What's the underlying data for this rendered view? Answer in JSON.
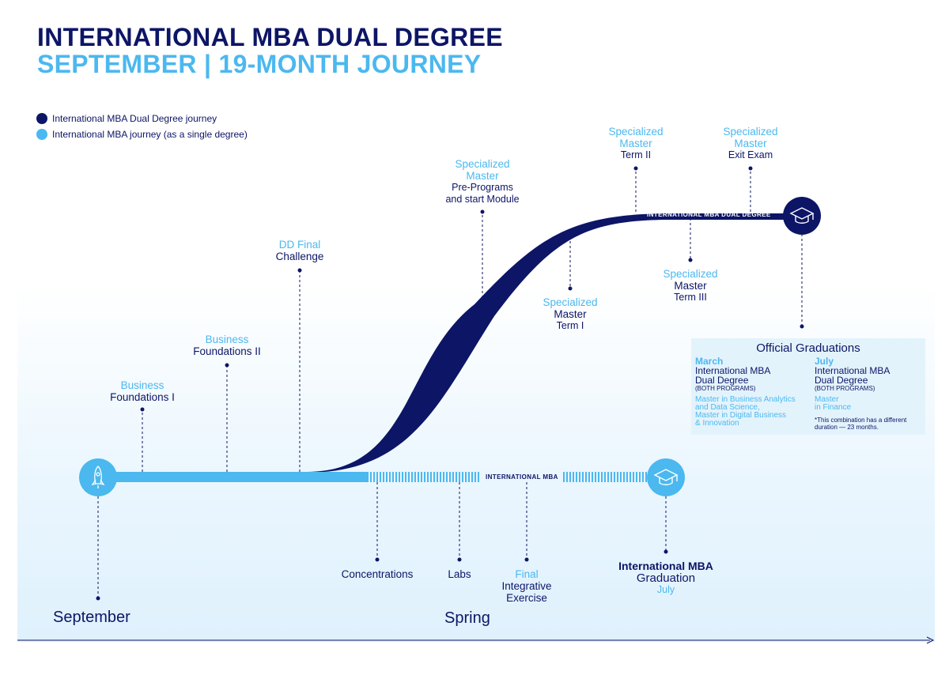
{
  "header": {
    "title": "INTERNATIONAL MBA DUAL DEGREE",
    "subtitle": "SEPTEMBER | 19-MONTH JOURNEY"
  },
  "legend": [
    {
      "label": "International MBA Dual Degree journey",
      "color": "#0d1566"
    },
    {
      "label": "International MBA journey (as a single degree)",
      "color": "#4bb8ef"
    }
  ],
  "milestones": {
    "bf1": {
      "hl": "Business",
      "dk": "Foundations I"
    },
    "bf2": {
      "hl": "Business",
      "dk": "Foundations II"
    },
    "ddfc": {
      "hl": "DD Final",
      "dk": "Challenge"
    },
    "pre": {
      "hl1": "Specialized",
      "hl2": "Master",
      "dk1": "Pre-Programs",
      "dk2": "and start Module"
    },
    "t2": {
      "hl1": "Specialized",
      "hl2": "Master",
      "dk": "Term II"
    },
    "exit": {
      "hl1": "Specialized",
      "hl2": "Master",
      "dk": "Exit Exam"
    },
    "t1": {
      "hl": "Specialized",
      "dk1": "Master",
      "dk2": "Term I"
    },
    "t3": {
      "hl": "Specialized",
      "dk1": "Master",
      "dk2": "Term III"
    },
    "conc": {
      "dk": "Concentrations"
    },
    "labs": {
      "dk": "Labs"
    },
    "fie": {
      "hl": "Final",
      "dk1": "Integrative",
      "dk2": "Exercise"
    },
    "imba_grad": {
      "bold": "International MBA",
      "dk": "Graduation",
      "hl": "July"
    }
  },
  "bars": {
    "dual": "INTERNATIONAL MBA DUAL DEGREE",
    "single": "INTERNATIONAL MBA"
  },
  "axis": {
    "start": "September",
    "mid": "Spring"
  },
  "graduations": {
    "title": "Official Graduations",
    "march": {
      "month": "March",
      "name1": "International MBA",
      "name2": "Dual Degree",
      "tag": "(BOTH PROGRAMS)",
      "lines": [
        "Master in Business Analytics",
        "and Data Science,",
        "Master in Digital Business",
        "& Innovation"
      ]
    },
    "july": {
      "month": "July",
      "name1": "International MBA",
      "name2": "Dual Degree",
      "tag": "(BOTH PROGRAMS)",
      "lines": [
        "Master",
        "in Finance"
      ],
      "note1": "*This combination has a different",
      "note2": "duration — 23 months."
    }
  },
  "colors": {
    "navy": "#0d1566",
    "light_blue": "#4bb8ef"
  }
}
